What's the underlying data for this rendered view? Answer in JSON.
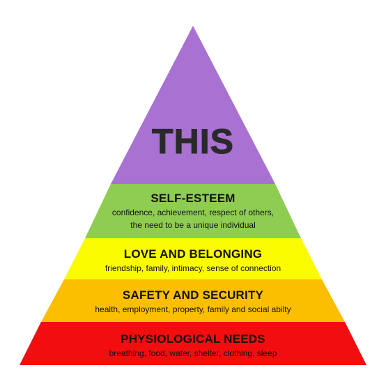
{
  "pyramid": {
    "apex": {
      "label": "THIS",
      "color": "#a971d2"
    },
    "levels": [
      {
        "title": "SELF-ESTEEM",
        "lines": [
          "confidence, achievement, respect of others,",
          "the need to be a unique individual"
        ],
        "color": "#8fcc52"
      },
      {
        "title": "LOVE AND BELONGING",
        "lines": [
          "friendship, family, intimacy, sense of connection"
        ],
        "color": "#fbfb00"
      },
      {
        "title": "SAFETY AND SECURITY",
        "lines": [
          "health, employment, property, family and social abilty"
        ],
        "color": "#fbbf00"
      },
      {
        "title": "PHYSIOLOGICAL NEEDS",
        "lines": [
          "breathing, food, water, shelter, clothing, sleep"
        ],
        "color": "#f20e0e"
      }
    ]
  }
}
